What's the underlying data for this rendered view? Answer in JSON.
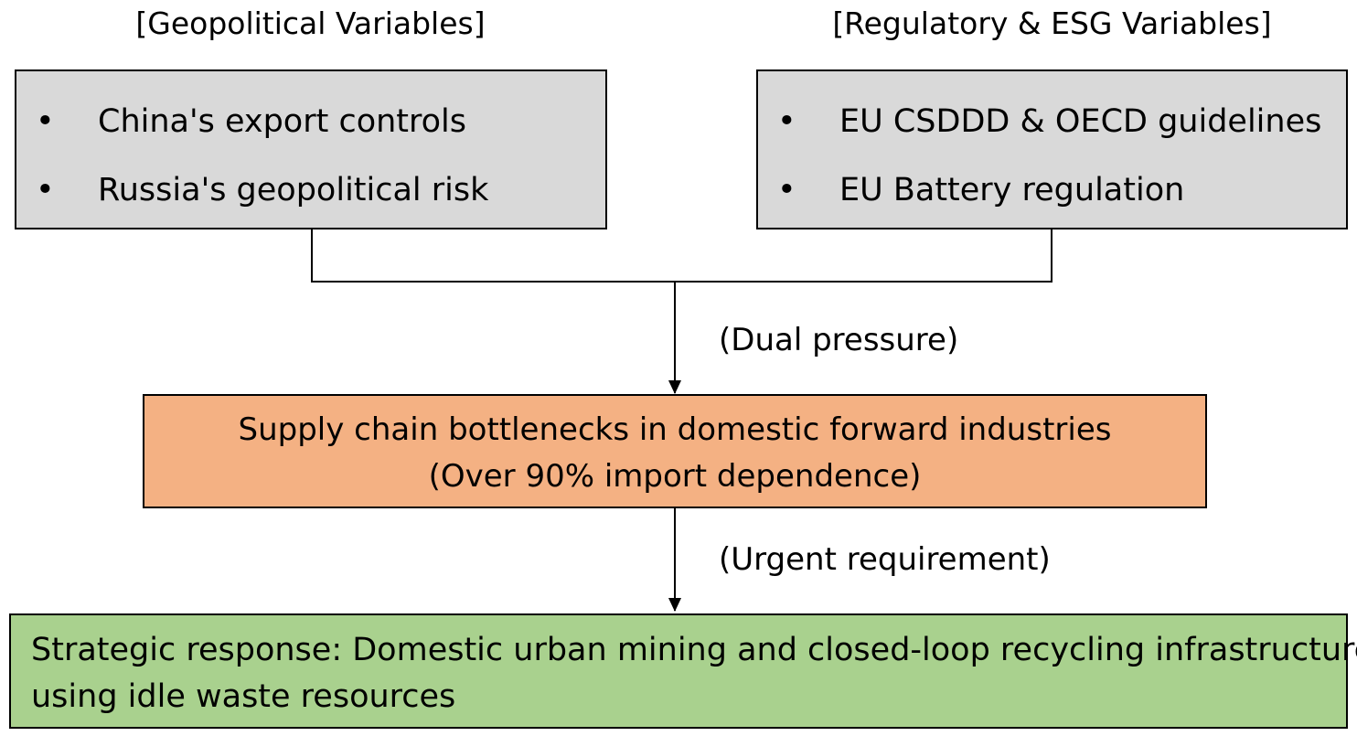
{
  "geopolitical": {
    "header": "[Geopolitical Variables]",
    "items": [
      "China's export controls",
      "Russia's geopolitical risk"
    ]
  },
  "regulatory": {
    "header": "[Regulatory & ESG Variables]",
    "items": [
      "EU CSDDD & OECD guidelines",
      "EU Battery regulation"
    ]
  },
  "edges": {
    "first_label": "(Dual pressure)",
    "second_label": "(Urgent requirement)"
  },
  "bottleneck": {
    "line1": "Supply chain bottlenecks in domestic forward industries",
    "line2": "(Over 90% import dependence)"
  },
  "response": {
    "line1": "Strategic response: Domestic urban mining and closed-loop recycling infrastructure",
    "line2": "using idle waste resources"
  },
  "colors": {
    "variable_box_fill": "#d9d9d9",
    "bottleneck_fill": "#f4b183",
    "response_fill": "#a9d18e",
    "stroke": "#000000"
  },
  "bullet_glyph": "•"
}
